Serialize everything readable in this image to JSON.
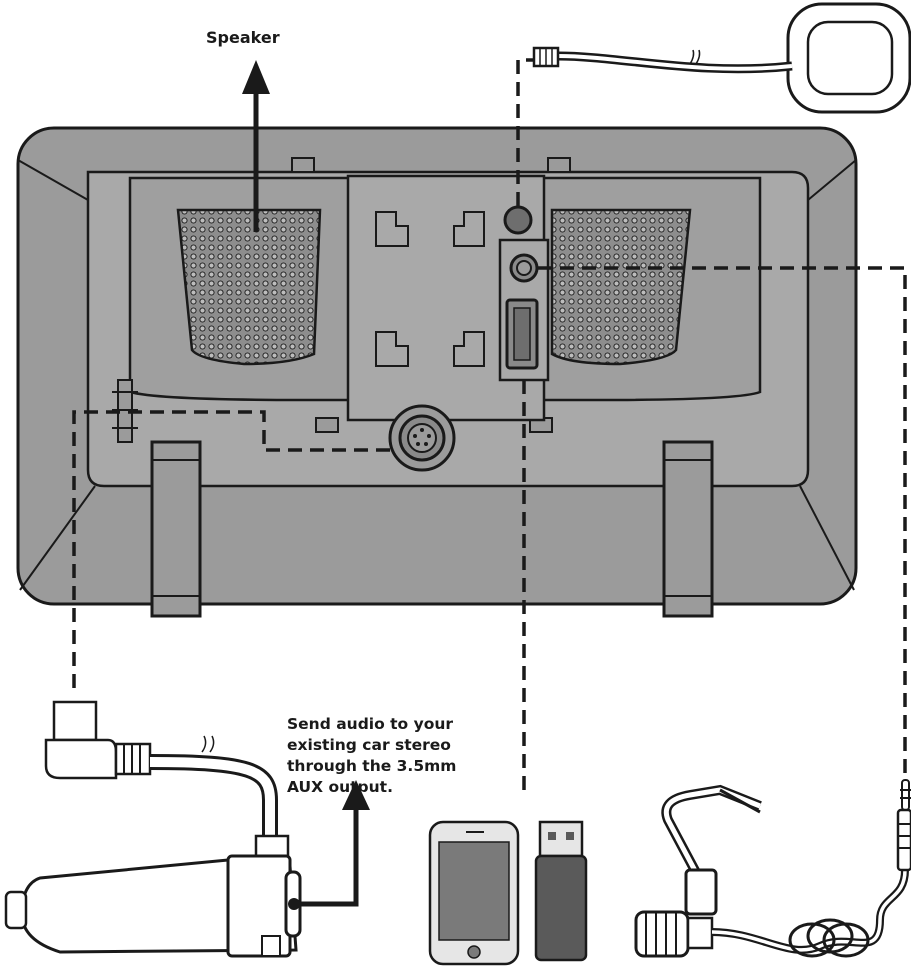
{
  "labels": {
    "speaker": "Speaker",
    "aux_line1": "Send audio to your",
    "aux_line2": "existing car stereo",
    "aux_line3": "through the 3.5mm",
    "aux_line4": "AUX output."
  },
  "colors": {
    "device_fill": "#9b9b9b",
    "device_inner": "#a9a9a9",
    "outline": "#1a1a1a",
    "phone_screen": "#7a7a7a",
    "usb_stick": "#5a5a5a",
    "background": "#ffffff"
  },
  "icons": [
    "gps-antenna-icon",
    "car-charger-icon",
    "phone-icon",
    "usb-stick-icon",
    "microphone-clip-icon",
    "aux-cable-icon"
  ]
}
